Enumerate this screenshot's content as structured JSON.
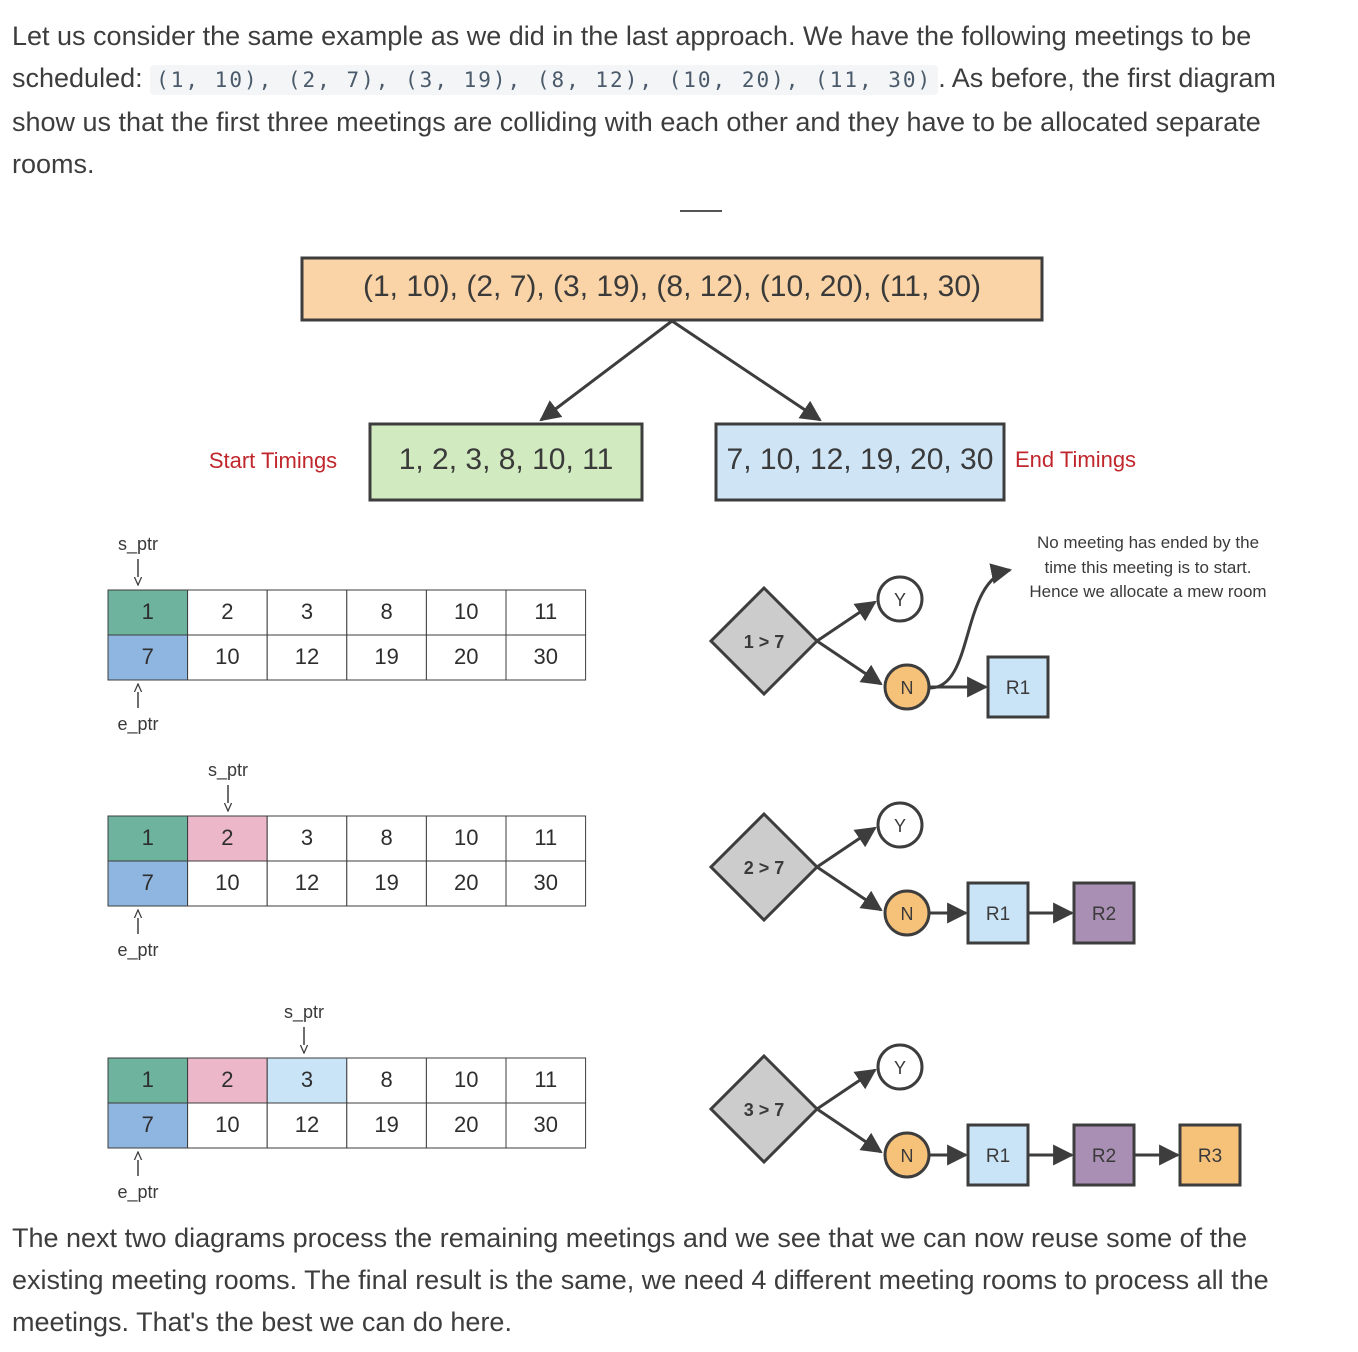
{
  "intro": {
    "text_before": "Let us consider the same example as we did in the last approach. We have the following meetings to be scheduled: ",
    "code": "(1, 10), (2, 7), (3, 19), (8, 12), (10, 20), (11, 30)",
    "text_after": ". As before, the first diagram show us that the first three meetings are colliding with each other and they have to be allocated separate rooms."
  },
  "diagram": {
    "meetings_box": "(1, 10),  (2, 7),   (3, 19),  (8, 12),  (10, 20),  (11, 30)",
    "start_label": "Start Timings",
    "start_box": "1, 2, 3, 8, 10, 11",
    "end_box": "7, 10, 12, 19, 20, 30",
    "end_label": "End Timings",
    "note_lines": [
      "No meeting has ended by the",
      "time this meeting is to start.",
      "Hence we allocate a mew room"
    ],
    "colors": {
      "green": "#6db39e",
      "blue": "#8fb6e0",
      "pink": "#ebb7c9",
      "light_blue": "#c9e3f7",
      "orange": "#f6c27a",
      "purple": "#a88fb3",
      "gray": "#cccccc",
      "start_green": "#d2eac0",
      "end_blue": "#cfe5f6",
      "top_orange": "#fad4a6",
      "label_red": "#c0272d"
    },
    "steps": [
      {
        "s_label": "s_ptr",
        "e_label": "e_ptr",
        "start_row": [
          "1",
          "2",
          "3",
          "8",
          "10",
          "11"
        ],
        "end_row": [
          "7",
          "10",
          "12",
          "19",
          "20",
          "30"
        ],
        "condition": "1 > 7",
        "yes": "Y",
        "no": "N",
        "rooms": [
          "R1"
        ]
      },
      {
        "s_label": "s_ptr",
        "e_label": "e_ptr",
        "start_row": [
          "1",
          "2",
          "3",
          "8",
          "10",
          "11"
        ],
        "end_row": [
          "7",
          "10",
          "12",
          "19",
          "20",
          "30"
        ],
        "condition": "2 > 7",
        "yes": "Y",
        "no": "N",
        "rooms": [
          "R1",
          "R2"
        ]
      },
      {
        "s_label": "s_ptr",
        "e_label": "e_ptr",
        "start_row": [
          "1",
          "2",
          "3",
          "8",
          "10",
          "11"
        ],
        "end_row": [
          "7",
          "10",
          "12",
          "19",
          "20",
          "30"
        ],
        "condition": "3 > 7",
        "yes": "Y",
        "no": "N",
        "rooms": [
          "R1",
          "R2",
          "R3"
        ]
      }
    ]
  },
  "outro": "The next two diagrams process the remaining meetings and we see that we can now reuse some of the existing meeting rooms. The final result is the same, we need 4 different meeting rooms to process all the meetings. That's the best we can do here."
}
